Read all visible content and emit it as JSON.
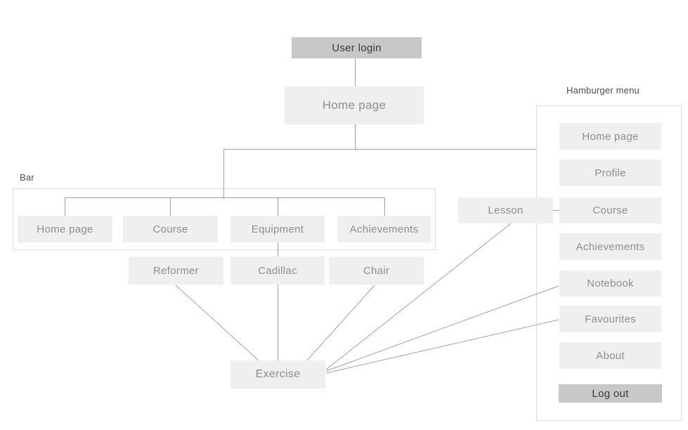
{
  "diagram_labels": {
    "bar_group": "Bar",
    "hamburger_group": "Hamburger menu"
  },
  "nodes": {
    "user_login": "User login",
    "home_page": "Home page",
    "lesson": "Lesson",
    "exercise": "Exercise"
  },
  "bar_items": [
    "Home page",
    "Course",
    "Equipment",
    "Achievements"
  ],
  "equipment_items": [
    "Reformer",
    "Cadillac",
    "Chair"
  ],
  "menu_items": [
    "Home page",
    "Profile",
    "Course",
    "Achievements",
    "Notebook",
    "Favourites",
    "About",
    "Log out"
  ],
  "colors": {
    "node_fill": "#f0efef",
    "node_text": "#8e8e8e",
    "accent_fill": "#c9c8c8",
    "accent_text": "#383838",
    "connector": "#a0a0a0",
    "container_border": "#dcdcdc",
    "label_text": "#4d4d4d"
  }
}
